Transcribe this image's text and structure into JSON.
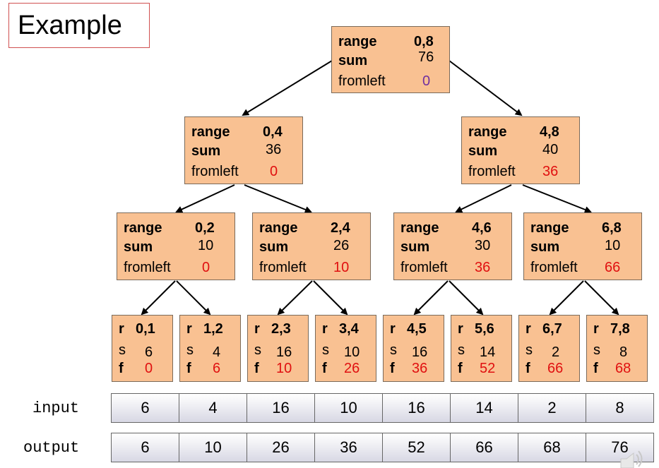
{
  "title": "Example",
  "labels": {
    "range": "range",
    "sum": "sum",
    "fromleft": "fromleft",
    "r": "r",
    "s": "s",
    "f": "f"
  },
  "nodes": {
    "root": {
      "range": "0,8",
      "sum": "76",
      "fromleft": "0"
    },
    "n04": {
      "range": "0,4",
      "sum": "36",
      "fromleft": "0"
    },
    "n48": {
      "range": "4,8",
      "sum": "40",
      "fromleft": "36"
    },
    "n02": {
      "range": "0,2",
      "sum": "10",
      "fromleft": "0"
    },
    "n24": {
      "range": "2,4",
      "sum": "26",
      "fromleft": "10"
    },
    "n46": {
      "range": "4,6",
      "sum": "30",
      "fromleft": "36"
    },
    "n68": {
      "range": "6,8",
      "sum": "10",
      "fromleft": "66"
    }
  },
  "leaves": [
    {
      "r": "0,1",
      "s": "6",
      "f": "0"
    },
    {
      "r": "1,2",
      "s": "4",
      "f": "6"
    },
    {
      "r": "2,3",
      "s": "16",
      "f": "10"
    },
    {
      "r": "3,4",
      "s": "10",
      "f": "26"
    },
    {
      "r": "4,5",
      "s": "16",
      "f": "36"
    },
    {
      "r": "5,6",
      "s": "14",
      "f": "52"
    },
    {
      "r": "6,7",
      "s": "2",
      "f": "66"
    },
    {
      "r": "7,8",
      "s": "8",
      "f": "68"
    }
  ],
  "input": {
    "label": "input",
    "values": [
      "6",
      "4",
      "16",
      "10",
      "16",
      "14",
      "2",
      "8"
    ]
  },
  "output": {
    "label": "output",
    "values": [
      "6",
      "10",
      "26",
      "36",
      "52",
      "66",
      "68",
      "76"
    ]
  }
}
